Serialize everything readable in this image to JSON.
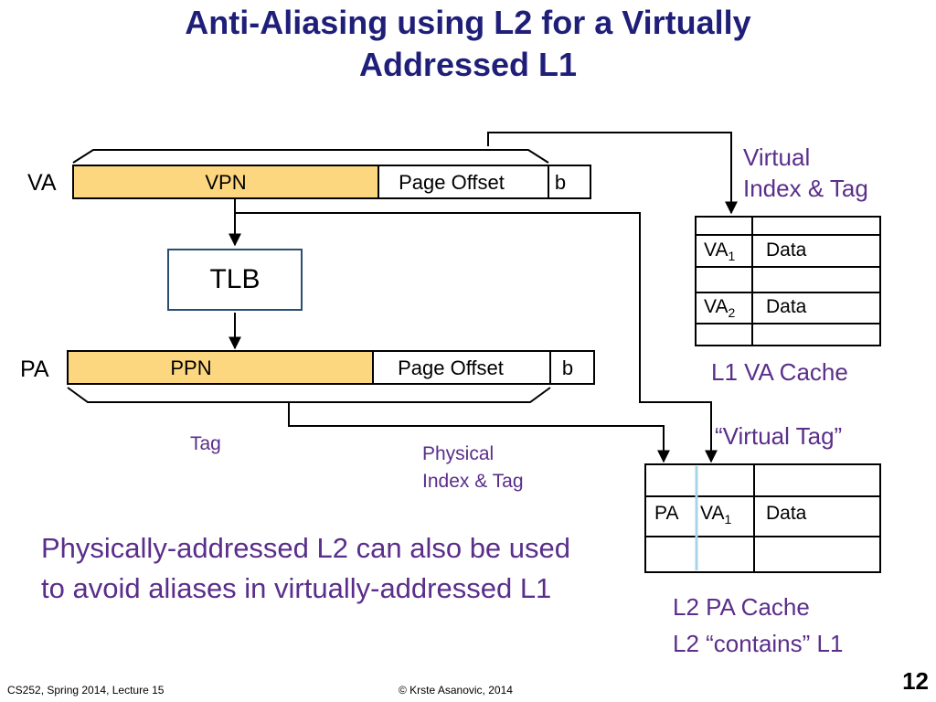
{
  "slide": {
    "title_line1": "Anti-Aliasing using L2 for a Virtually",
    "title_line2": "Addressed L1",
    "note": "Physically-addressed L2 can also be used to avoid aliases in virtually-addressed L1",
    "footer_left": "CS252, Spring 2014, Lecture 15",
    "footer_center": "© Krste Asanovic, 2014",
    "slide_number": "12"
  },
  "va_register": {
    "label": "VA",
    "vpn": "VPN",
    "offset": "Page Offset",
    "b": "b"
  },
  "tlb": {
    "label": "TLB"
  },
  "pa_register": {
    "label": "PA",
    "ppn": "PPN",
    "offset": "Page Offset",
    "b": "b"
  },
  "labels": {
    "virtual_index_tag_1": "Virtual",
    "virtual_index_tag_2": "Index & Tag",
    "tag": "Tag",
    "physical_index_tag_1": "Physical",
    "physical_index_tag_2": "Index & Tag",
    "virtual_tag": "“Virtual Tag”"
  },
  "l1_cache": {
    "caption": "L1 VA Cache",
    "va1": "VA",
    "va1_sub": "1",
    "va2": "VA",
    "va2_sub": "2",
    "data": "Data"
  },
  "l2_cache": {
    "caption_line1": "L2 PA Cache",
    "caption_line2": "L2 “contains” L1",
    "pa": "PA",
    "va1": "VA",
    "va1_sub": "1",
    "data": "Data"
  },
  "colors": {
    "field_fill": "#fdd77f",
    "title": "#1f1f7a",
    "purple": "#5a2e8a",
    "divider": "#a8d4ea"
  }
}
